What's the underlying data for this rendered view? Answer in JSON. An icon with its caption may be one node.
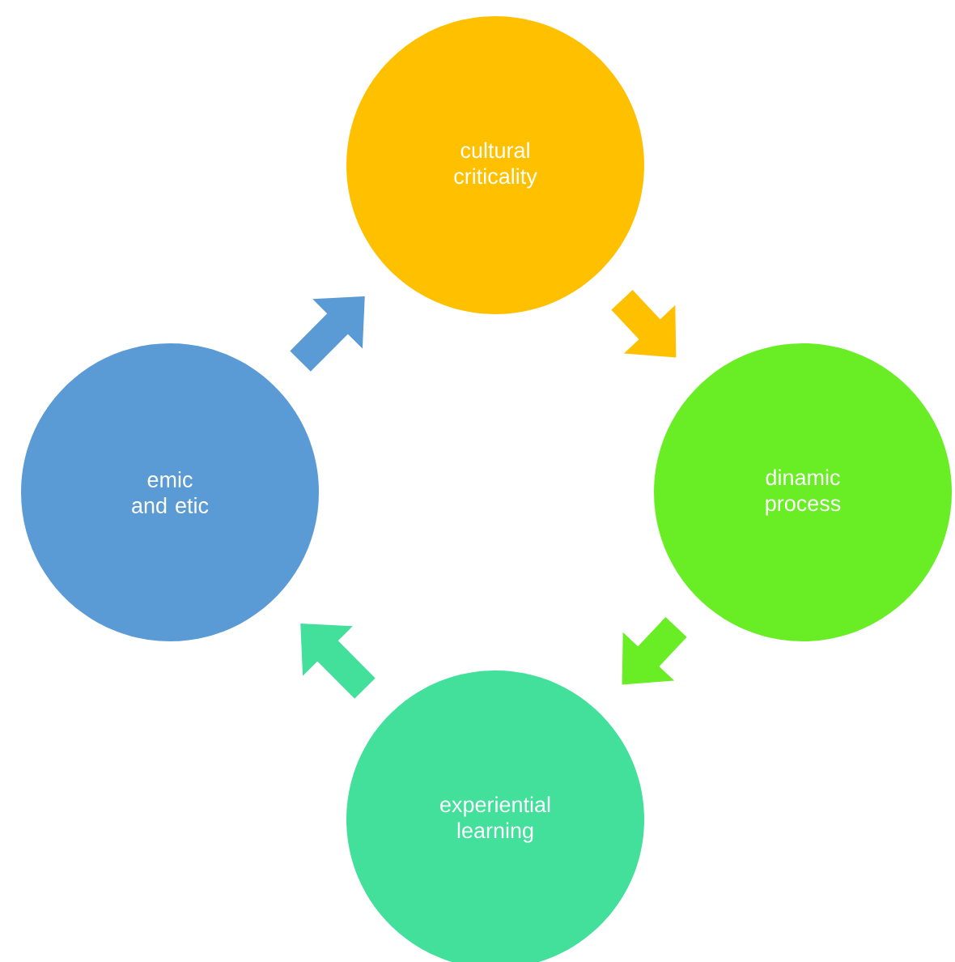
{
  "diagram": {
    "nodes": [
      {
        "text": [
          "cultural criticality"
        ]
      },
      {
        "text": [
          "dinamic process"
        ]
      },
      {
        "text": [
          "experiential learning"
        ]
      },
      {
        "text": [
          "emic and etic"
        ]
      }
    ],
    "edges": [
      {
        "from": 0,
        "to": 1,
        "arrow": "to",
        "color": "#ffc000"
      },
      {
        "from": 1,
        "to": 2,
        "arrow": "to",
        "color": "#69ee26"
      },
      {
        "from": 2,
        "to": 3,
        "arrow": "to",
        "color": "#42e09a"
      },
      {
        "from": 3,
        "to": 0,
        "arrow": "to",
        "color": "#5b9bd5"
      }
    ]
  }
}
